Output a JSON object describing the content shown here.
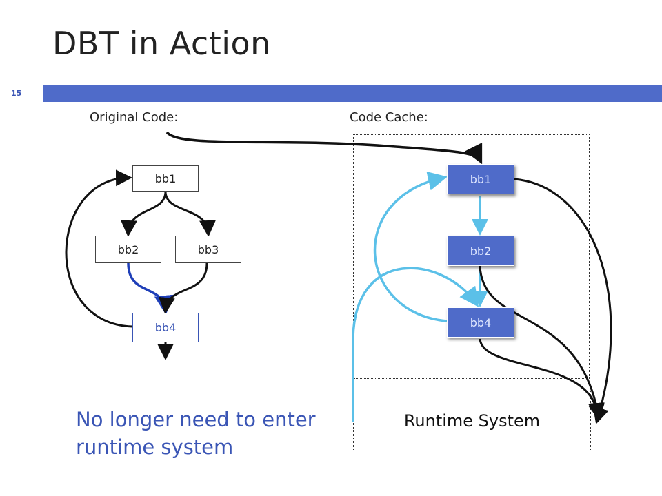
{
  "slide": {
    "title": "DBT in Action",
    "number": "15"
  },
  "labels": {
    "original_code": "Original Code:",
    "code_cache": "Code Cache:"
  },
  "original_blocks": {
    "bb1": "bb1",
    "bb2": "bb2",
    "bb3": "bb3",
    "bb4": "bb4"
  },
  "cache_blocks": {
    "bb1": "bb1",
    "bb2": "bb2",
    "bb4": "bb4"
  },
  "runtime": {
    "label": "Runtime System"
  },
  "bullet": {
    "text": "No longer need to enter runtime system"
  },
  "colors": {
    "title_bar": "#4f6bc9",
    "cache_block_fill": "#4f6bc9",
    "light_arrow": "#5bc0e8",
    "dark_blue_path": "#1f3fb8",
    "bullet_text": "#3a55b5"
  }
}
